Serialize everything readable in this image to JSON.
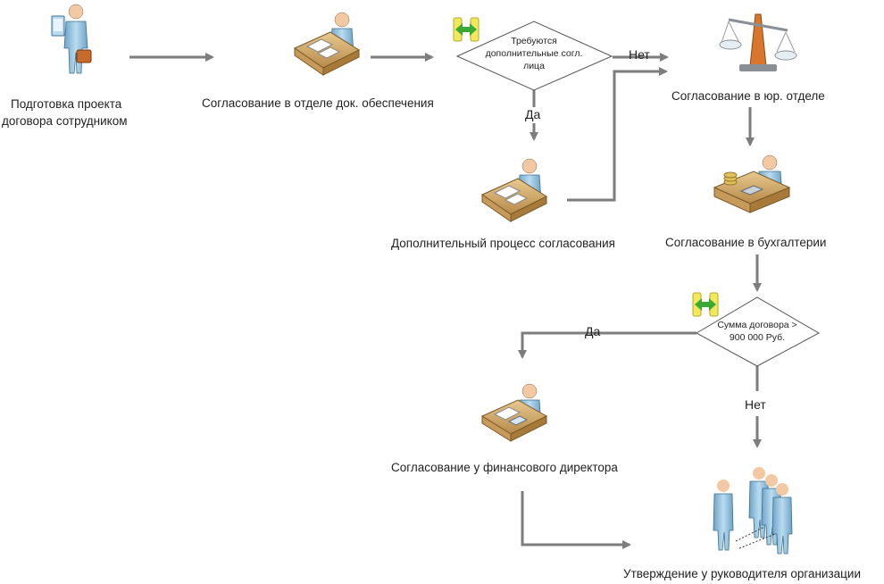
{
  "diagram": {
    "steps": {
      "s1_line1": "Подготовка проекта",
      "s1_line2": "договора сотрудником",
      "s2": "Согласование в отделе док. обеспечения",
      "s3": "Дополнительный процесс согласования",
      "s4": "Согласование в юр. отделе",
      "s5": "Согласование в бухгалтерии",
      "s6": "Согласование у финансового директора",
      "s7": "Утверждение у руководителя организации"
    },
    "decisions": {
      "d1_line1": "Требуются",
      "d1_line2": "дополнительные согл.",
      "d1_line3": "лица",
      "d2_line1": "Сумма договора >",
      "d2_line2": "900 000 Руб."
    },
    "edges": {
      "d1_yes": "Да",
      "d1_no": "Нет",
      "d2_yes": "Да",
      "d2_no": "Нет"
    },
    "colors": {
      "arrow": "#7d7d7d",
      "person_body": "#9fc7e0",
      "person_outline": "#3d6f8e",
      "skin": "#f2c9a2",
      "desk": "#d9b57c",
      "gateway": "#f1e85c",
      "gateway_arrow": "#3aaa35"
    },
    "icons": [
      "person-briefcase-icon",
      "desk-worker-icon",
      "scales-icon",
      "accountant-icon",
      "group-people-icon",
      "gateway-icon"
    ]
  }
}
